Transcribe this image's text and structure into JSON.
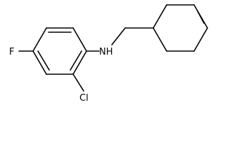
{
  "labels": {
    "fluorine": "F",
    "amine": "NH",
    "chlorine": "Cl"
  }
}
